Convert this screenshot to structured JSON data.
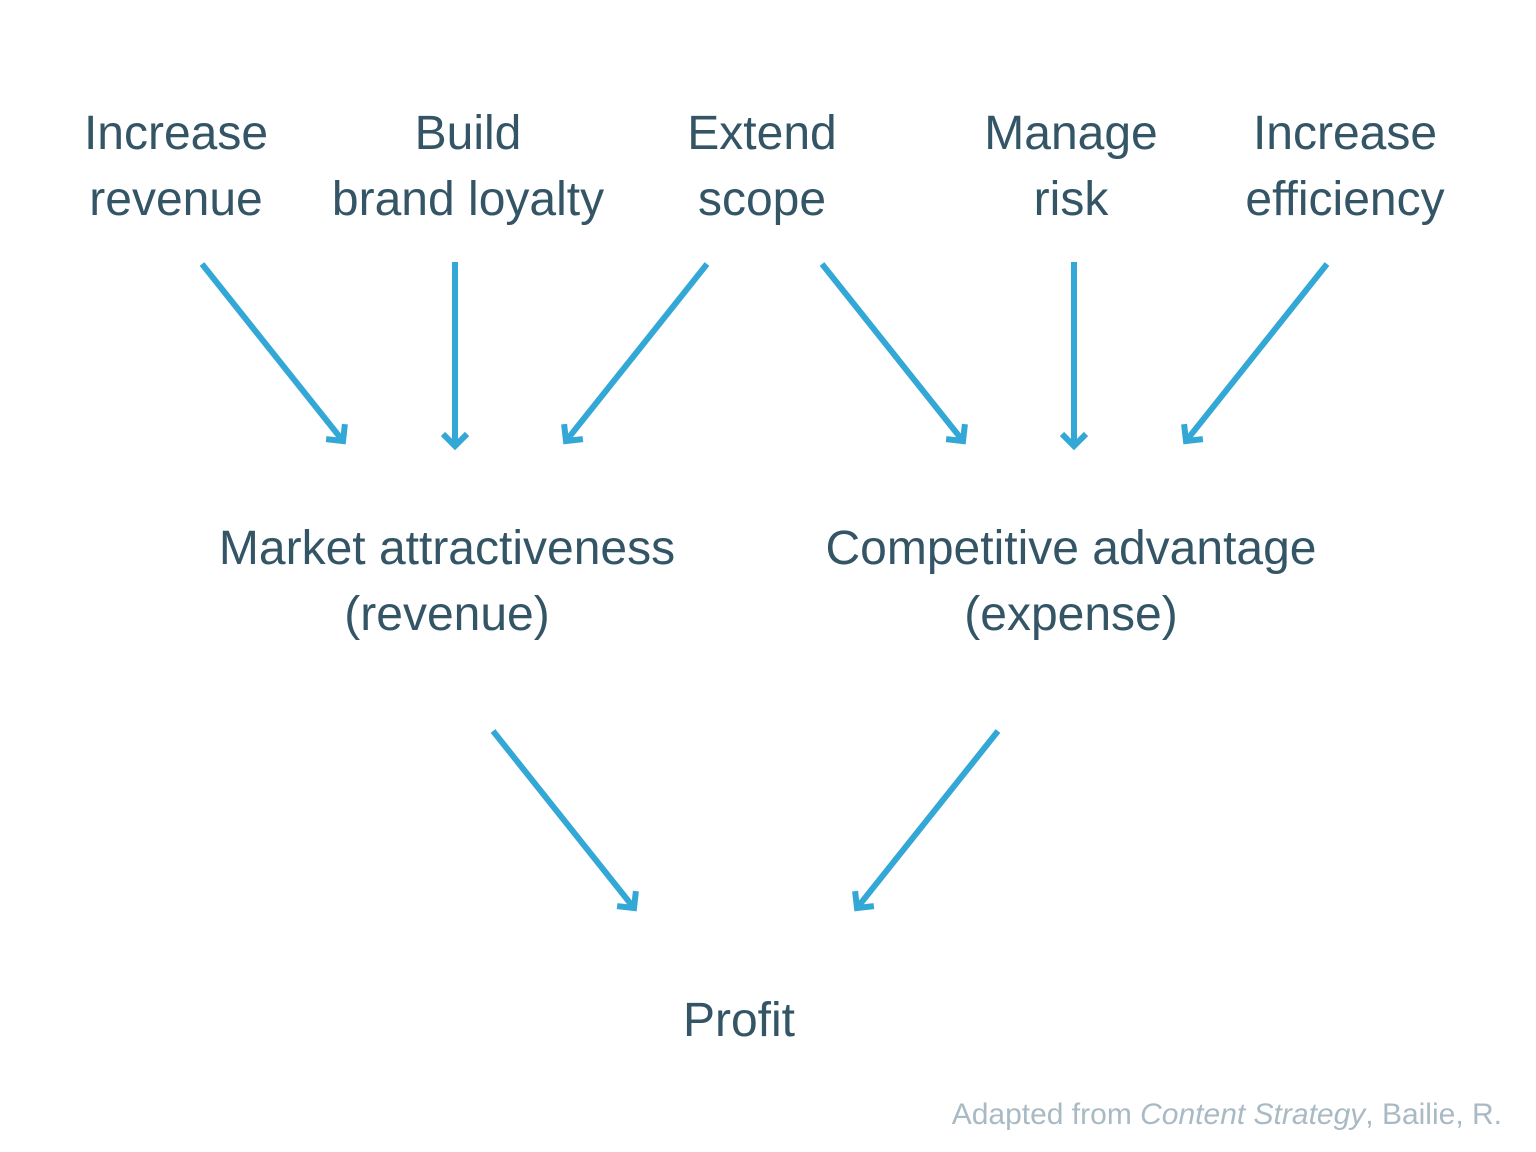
{
  "colors": {
    "text": "#335566",
    "arrow": "#33a8d6",
    "credit": "#a9bac4"
  },
  "nodes": {
    "increase_revenue": [
      "Increase",
      "revenue"
    ],
    "build_brand_loyalty": [
      "Build",
      "brand loyalty"
    ],
    "extend_scope": [
      "Extend",
      "scope"
    ],
    "manage_risk": [
      "Manage",
      "risk"
    ],
    "increase_efficiency": [
      "Increase",
      "efficiency"
    ],
    "market_attractiveness": [
      "Market attractiveness",
      "(revenue)"
    ],
    "competitive_advantage": [
      "Competitive advantage",
      "(expense)"
    ],
    "profit": [
      "Profit"
    ]
  },
  "edges": [
    {
      "from": "increase_revenue",
      "to": "market_attractiveness"
    },
    {
      "from": "build_brand_loyalty",
      "to": "market_attractiveness"
    },
    {
      "from": "extend_scope",
      "to": "market_attractiveness"
    },
    {
      "from": "extend_scope",
      "to": "competitive_advantage"
    },
    {
      "from": "manage_risk",
      "to": "competitive_advantage"
    },
    {
      "from": "increase_efficiency",
      "to": "competitive_advantage"
    },
    {
      "from": "market_attractiveness",
      "to": "profit"
    },
    {
      "from": "competitive_advantage",
      "to": "profit"
    }
  ],
  "credit": {
    "prefix": "Adapted from ",
    "title": "Content Strategy",
    "suffix": ", Bailie, R."
  }
}
